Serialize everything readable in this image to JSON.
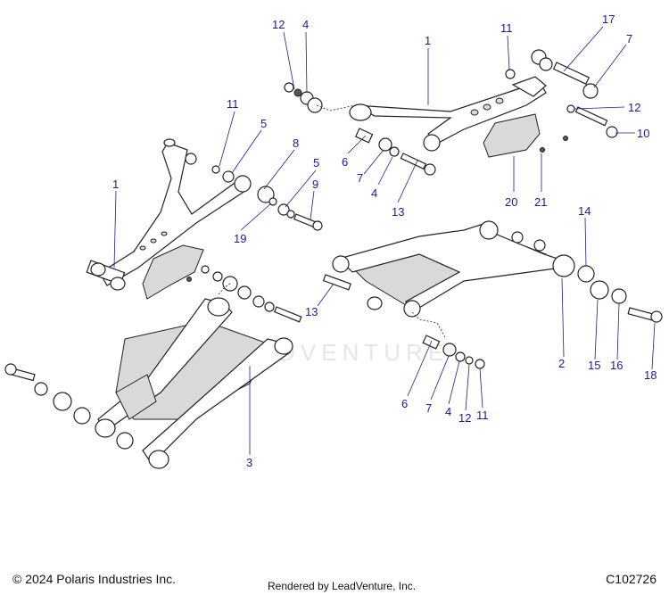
{
  "diagram": {
    "accent_color": "#1a1aa0",
    "line_color": "#1a1aa0",
    "part_stroke": "#222222",
    "callouts": [
      {
        "id": "c12a",
        "label": "12"
      },
      {
        "id": "c4a",
        "label": "4"
      },
      {
        "id": "c1a",
        "label": "1"
      },
      {
        "id": "c11a",
        "label": "11"
      },
      {
        "id": "c17",
        "label": "17"
      },
      {
        "id": "c7a",
        "label": "7"
      },
      {
        "id": "c12b",
        "label": "12"
      },
      {
        "id": "c10",
        "label": "10"
      },
      {
        "id": "c11b",
        "label": "11"
      },
      {
        "id": "c5a",
        "label": "5"
      },
      {
        "id": "c8",
        "label": "8"
      },
      {
        "id": "c5b",
        "label": "5"
      },
      {
        "id": "c9",
        "label": "9"
      },
      {
        "id": "c19",
        "label": "19"
      },
      {
        "id": "c1b",
        "label": "1"
      },
      {
        "id": "c6a",
        "label": "6"
      },
      {
        "id": "c7b",
        "label": "7"
      },
      {
        "id": "c4b",
        "label": "4"
      },
      {
        "id": "c13a",
        "label": "13"
      },
      {
        "id": "c20",
        "label": "20"
      },
      {
        "id": "c21",
        "label": "21"
      },
      {
        "id": "c14",
        "label": "14"
      },
      {
        "id": "c13b",
        "label": "13"
      },
      {
        "id": "c2",
        "label": "2"
      },
      {
        "id": "c15",
        "label": "15"
      },
      {
        "id": "c16",
        "label": "16"
      },
      {
        "id": "c18",
        "label": "18"
      },
      {
        "id": "c6b",
        "label": "6"
      },
      {
        "id": "c7c",
        "label": "7"
      },
      {
        "id": "c4c",
        "label": "4"
      },
      {
        "id": "c12c",
        "label": "12"
      },
      {
        "id": "c11c",
        "label": "11"
      },
      {
        "id": "c3",
        "label": "3"
      }
    ]
  },
  "footer": {
    "copyright": "© 2024 Polaris Industries Inc.",
    "rendered_by": "Rendered by LeadVenture, Inc.",
    "diagram_code": "C102726"
  },
  "watermark": {
    "text": "LEADVENTURE"
  }
}
